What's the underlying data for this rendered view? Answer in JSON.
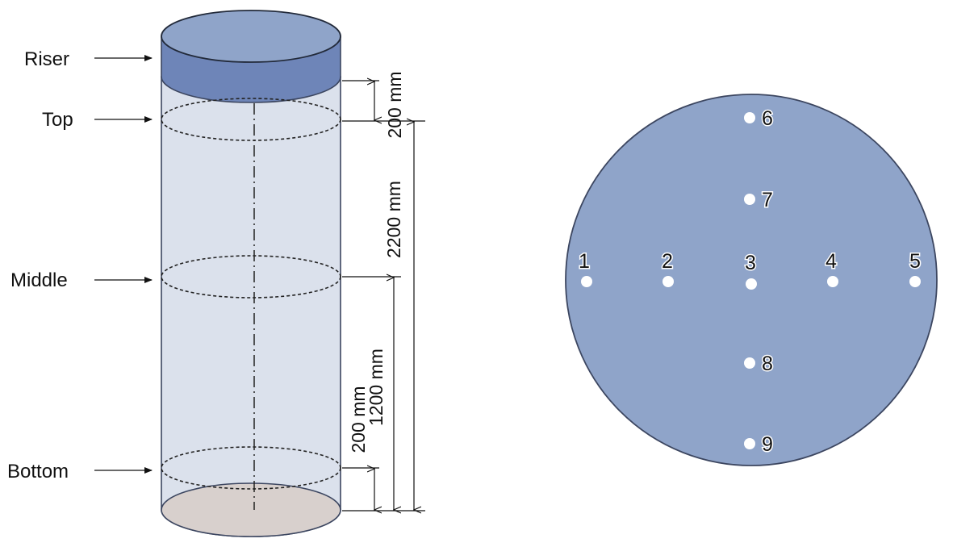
{
  "labels": {
    "riser": "Riser",
    "top": "Top",
    "middle": "Middle",
    "bottom": "Bottom"
  },
  "dimensions": {
    "riser_to_top": "200 mm",
    "top_from_base": "2200 mm",
    "middle_from_base": "1200 mm",
    "bottom_from_base": "200 mm"
  },
  "points": [
    "1",
    "2",
    "3",
    "4",
    "5",
    "6",
    "7",
    "8",
    "9"
  ],
  "colors": {
    "riser_top": "#8fa4c9",
    "riser_band": "#6e85b8",
    "cylinder_body": "#dbe1ec",
    "cylinder_base": "#d8d0cd",
    "cross_section": "#8fa4c9",
    "outline": "#3c4660"
  }
}
